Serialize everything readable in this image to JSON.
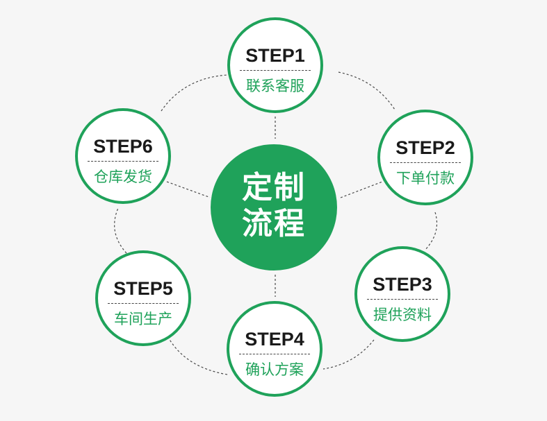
{
  "center": {
    "line1": "定制",
    "line2": "流程"
  },
  "steps": [
    {
      "title": "STEP1",
      "label": "联系客服"
    },
    {
      "title": "STEP2",
      "label": "下单付款"
    },
    {
      "title": "STEP3",
      "label": "提供资料"
    },
    {
      "title": "STEP4",
      "label": "确认方案"
    },
    {
      "title": "STEP5",
      "label": "车间生产"
    },
    {
      "title": "STEP6",
      "label": "仓库发货"
    }
  ],
  "colors": {
    "accent": "#1fa25a",
    "background": "#f6f6f6",
    "text": "#1a1a1a"
  }
}
